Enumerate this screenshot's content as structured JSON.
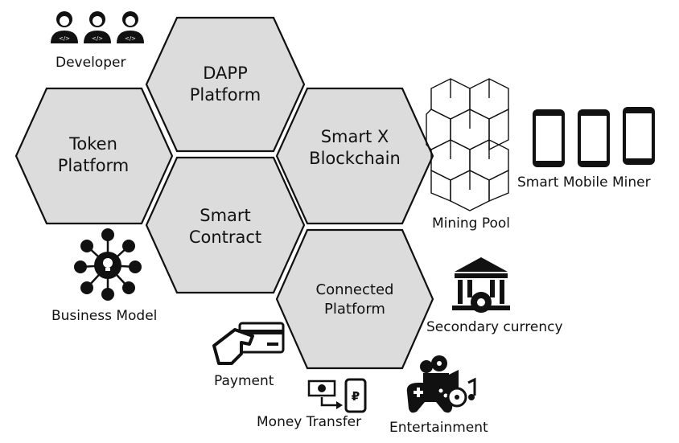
{
  "hexagons": {
    "dapp": [
      "DAPP",
      "Platform"
    ],
    "token": [
      "Token",
      "Platform"
    ],
    "smartx": [
      "Smart X",
      "Blockchain"
    ],
    "contract": [
      "Smart",
      "Contract"
    ],
    "connected": [
      "Connected",
      "Platform"
    ]
  },
  "labels": {
    "developer": "Developer",
    "mining_pool": "Mining Pool",
    "smart_mobile_miner": "Smart Mobile Miner",
    "business_model": "Business Model",
    "secondary_currency": "Secondary currency",
    "payment": "Payment",
    "money_transfer": "Money Transfer",
    "entertainment": "Entertainment"
  },
  "icons": [
    "developer-icon",
    "mining-pool-icon",
    "smartphone-icon",
    "business-network-icon",
    "bank-gear-icon",
    "card-payment-icon",
    "money-transfer-icon",
    "entertainment-icon"
  ],
  "colors": {
    "hex_fill": "#dcdcdc",
    "stroke": "#111111"
  }
}
